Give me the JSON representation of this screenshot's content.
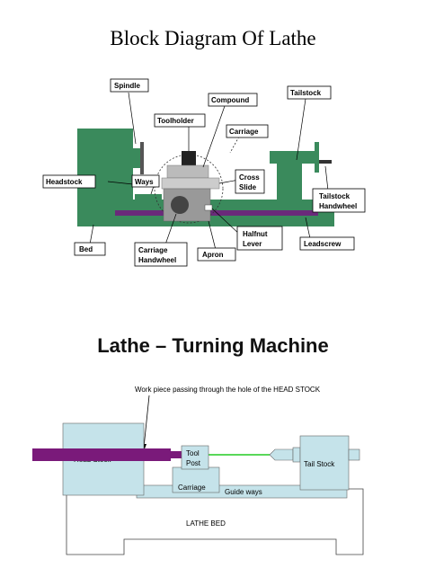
{
  "top": {
    "title": "Block Diagram Of Lathe",
    "labels": {
      "spindle": "Spindle",
      "compound": "Compound",
      "tailstock": "Tailstock",
      "toolholder": "Toolholder",
      "carriage": "Carriage",
      "headstock": "Headstock",
      "ways": "Ways",
      "cross_slide_1": "Cross",
      "cross_slide_2": "Slide",
      "tailstock_handwheel_1": "Tailstock",
      "tailstock_handwheel_2": "Handwheel",
      "bed": "Bed",
      "carriage_handwheel_1": "Carriage",
      "carriage_handwheel_2": "Handwheel",
      "apron": "Apron",
      "halfnut_1": "Halfnut",
      "halfnut_2": "Lever",
      "leadscrew": "Leadscrew"
    },
    "colors": {
      "machine": "#3a8a5c",
      "leadscrew": "#6a2a7a",
      "carriage": "#bbbbbb"
    }
  },
  "bottom": {
    "title": "Lathe – Turning Machine",
    "annotation": "Work piece passing through the hole of the HEAD STOCK",
    "labels": {
      "head_stock": "Head Stock",
      "tool_post_1": "Tool",
      "tool_post_2": "Post",
      "tail_stock": "Tail Stock",
      "carriage": "Carriage",
      "guide_ways": "Guide ways",
      "lathe_bed": "LATHE  BED"
    },
    "colors": {
      "block": "#c5e3ea",
      "workpiece": "#7a1a7a",
      "beam": "#22cc22"
    }
  }
}
